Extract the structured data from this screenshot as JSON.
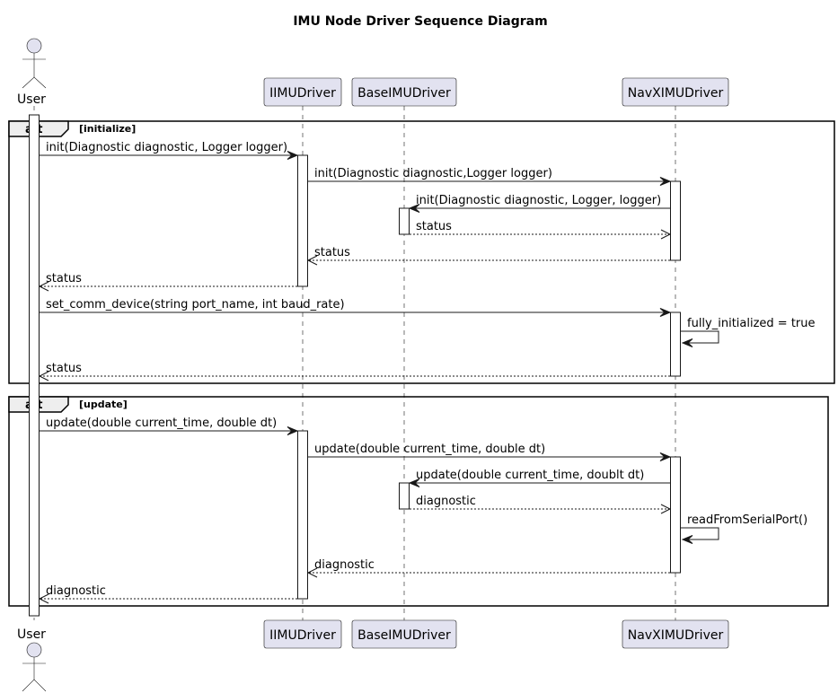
{
  "title": "IMU Node Driver Sequence Diagram",
  "participants": [
    {
      "id": "user",
      "label": "User",
      "kind": "actor"
    },
    {
      "id": "iimu",
      "label": "IIMUDriver",
      "kind": "participant"
    },
    {
      "id": "base",
      "label": "BaseIMUDriver",
      "kind": "participant"
    },
    {
      "id": "navx",
      "label": "NavXIMUDriver",
      "kind": "participant"
    }
  ],
  "fragments": [
    {
      "operator": "alt",
      "guard": "[initialize]",
      "messages": [
        {
          "from": "user",
          "to": "iimu",
          "label": "init(Diagnostic diagnostic, Logger logger)",
          "kind": "call"
        },
        {
          "from": "iimu",
          "to": "navx",
          "label": "init(Diagnostic diagnostic,Logger logger)",
          "kind": "call"
        },
        {
          "from": "navx",
          "to": "base",
          "label": "init(Diagnostic diagnostic, Logger, logger)",
          "kind": "call"
        },
        {
          "from": "base",
          "to": "navx",
          "label": "status",
          "kind": "return"
        },
        {
          "from": "navx",
          "to": "iimu",
          "label": "status",
          "kind": "return"
        },
        {
          "from": "iimu",
          "to": "user",
          "label": "status",
          "kind": "return"
        },
        {
          "from": "user",
          "to": "navx",
          "label": "set_comm_device(string port_name, int baud_rate)",
          "kind": "call"
        },
        {
          "from": "navx",
          "to": "navx",
          "label": "fully_initialized = true",
          "kind": "self"
        },
        {
          "from": "navx",
          "to": "user",
          "label": "status",
          "kind": "return"
        }
      ]
    },
    {
      "operator": "alt",
      "guard": "[update]",
      "messages": [
        {
          "from": "user",
          "to": "iimu",
          "label": "update(double current_time, double dt)",
          "kind": "call"
        },
        {
          "from": "iimu",
          "to": "navx",
          "label": "update(double current_time, double dt)",
          "kind": "call"
        },
        {
          "from": "navx",
          "to": "base",
          "label": "update(double current_time, doublt dt)",
          "kind": "call"
        },
        {
          "from": "base",
          "to": "navx",
          "label": "diagnostic",
          "kind": "return"
        },
        {
          "from": "navx",
          "to": "navx",
          "label": "readFromSerialPort()",
          "kind": "self"
        },
        {
          "from": "navx",
          "to": "iimu",
          "label": "diagnostic",
          "kind": "return"
        },
        {
          "from": "iimu",
          "to": "user",
          "label": "diagnostic",
          "kind": "return"
        }
      ]
    }
  ]
}
